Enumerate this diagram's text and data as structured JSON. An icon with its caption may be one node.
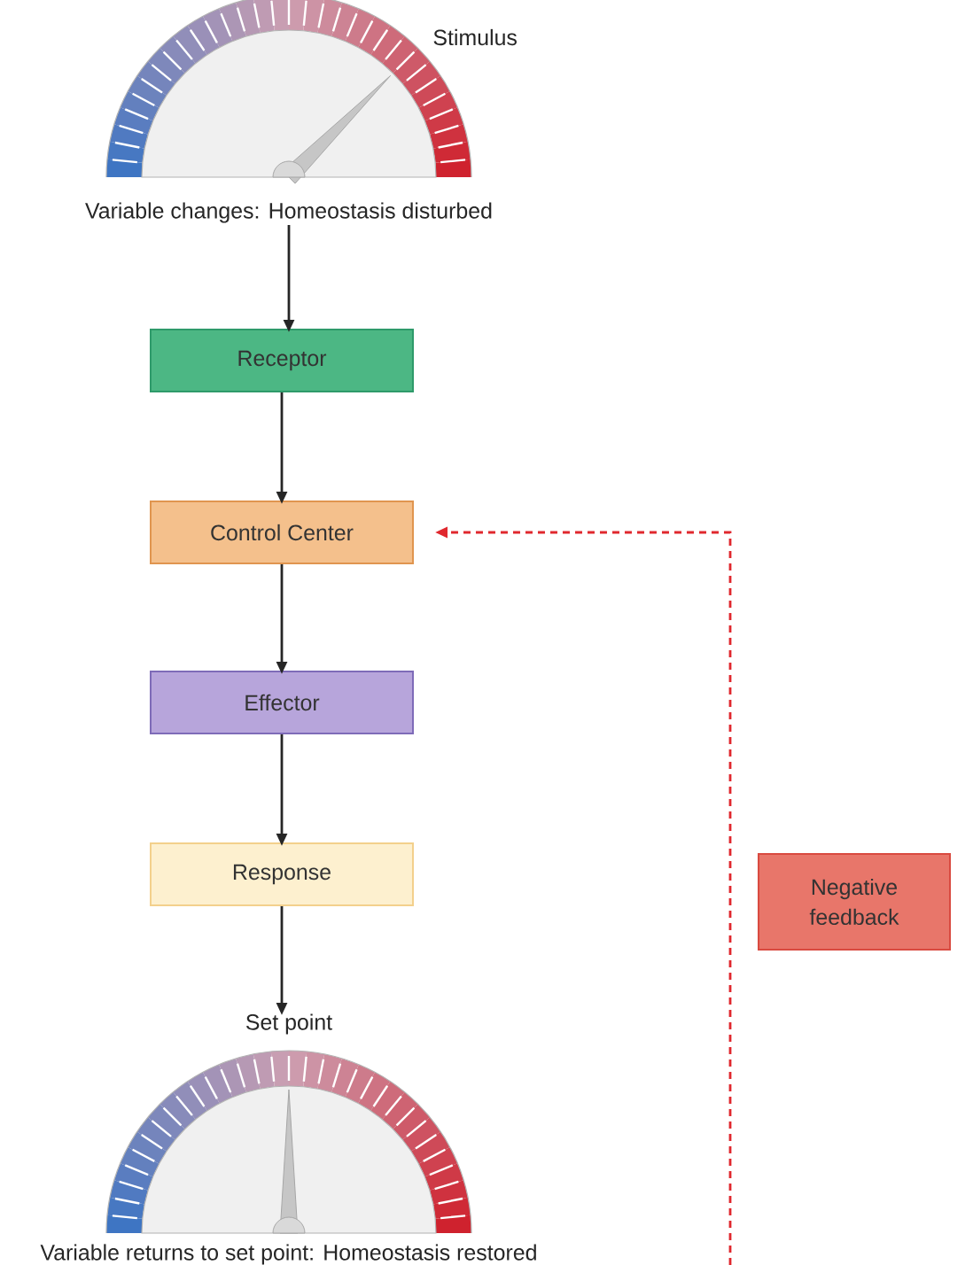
{
  "diagram": {
    "nodes": [
      {
        "text": [],
        "shape": "picture",
        "beside": [
          "Stimulus"
        ]
      },
      {
        "text": [
          "Variable changes: Homeostasis disturbed"
        ]
      },
      {
        "text": [
          "Receptor"
        ]
      },
      {
        "text": [
          "Control Center"
        ]
      },
      {
        "text": [
          "Effector"
        ]
      },
      {
        "text": [
          "Response"
        ]
      },
      {
        "text": [
          "Set point"
        ]
      },
      {
        "text": [],
        "shape": "picture",
        "beside": [
          "Variable returns to set point: Homeostasis restored"
        ]
      },
      {
        "text": [
          "Negative feedback"
        ]
      }
    ],
    "edges": [
      {
        "from": 1,
        "to": 2,
        "arrow": "to"
      },
      {
        "from": 2,
        "to": 3,
        "arrow": "to"
      },
      {
        "from": 3,
        "to": 4,
        "arrow": "to"
      },
      {
        "from": 4,
        "to": 5,
        "arrow": "to"
      },
      {
        "from": 5,
        "to": 6,
        "arrow": "to"
      },
      {
        "from": null,
        "to": 3,
        "arrow": "to",
        "style": "dashed",
        "color": "#e0282e"
      }
    ]
  }
}
